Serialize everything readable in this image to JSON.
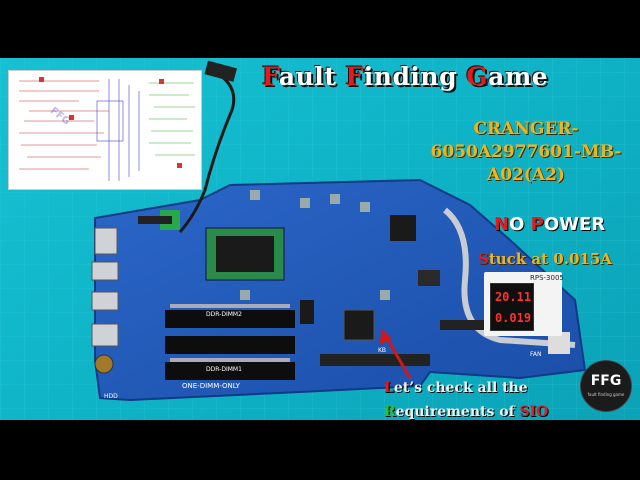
{
  "title": {
    "parts": [
      {
        "text": "F",
        "accent": true
      },
      {
        "text": "ault ",
        "accent": false
      },
      {
        "text": "F",
        "accent": true
      },
      {
        "text": "inding ",
        "accent": false
      },
      {
        "text": "G",
        "accent": true
      },
      {
        "text": "ame",
        "accent": false
      }
    ]
  },
  "board_name": "CRANGER-6050A2977601-MB-A02(A2)",
  "status": {
    "no_power_a": "N",
    "no_power_b": "O ",
    "no_power_c": "P",
    "no_power_d": "OWER",
    "stuck_first": "S",
    "stuck_rest": "tuck at 0.015A"
  },
  "note": {
    "line1_first": "L",
    "line1_rest": "et’s check all the",
    "line2_first": "R",
    "line2_mid": "equirements of ",
    "line2_end": "SIO"
  },
  "meter": {
    "model": "RPS-3005",
    "voltage": "20.11",
    "current": "0.019"
  },
  "logo": {
    "text": "FFG",
    "tagline": "fault finding game"
  },
  "board_labels": {
    "dimm1": "DDR-DIMM2",
    "dimm2": "DDR-DIMM1",
    "dimm_only": "ONE-DIMM-ONLY",
    "kb": "KB",
    "fan": "FAN",
    "hdd": "HDD"
  },
  "colors": {
    "accent_red": "#e31b1b",
    "gold": "#f2b318",
    "board_blue": "#1f57b8",
    "mat_teal": "#0fb3c6"
  }
}
